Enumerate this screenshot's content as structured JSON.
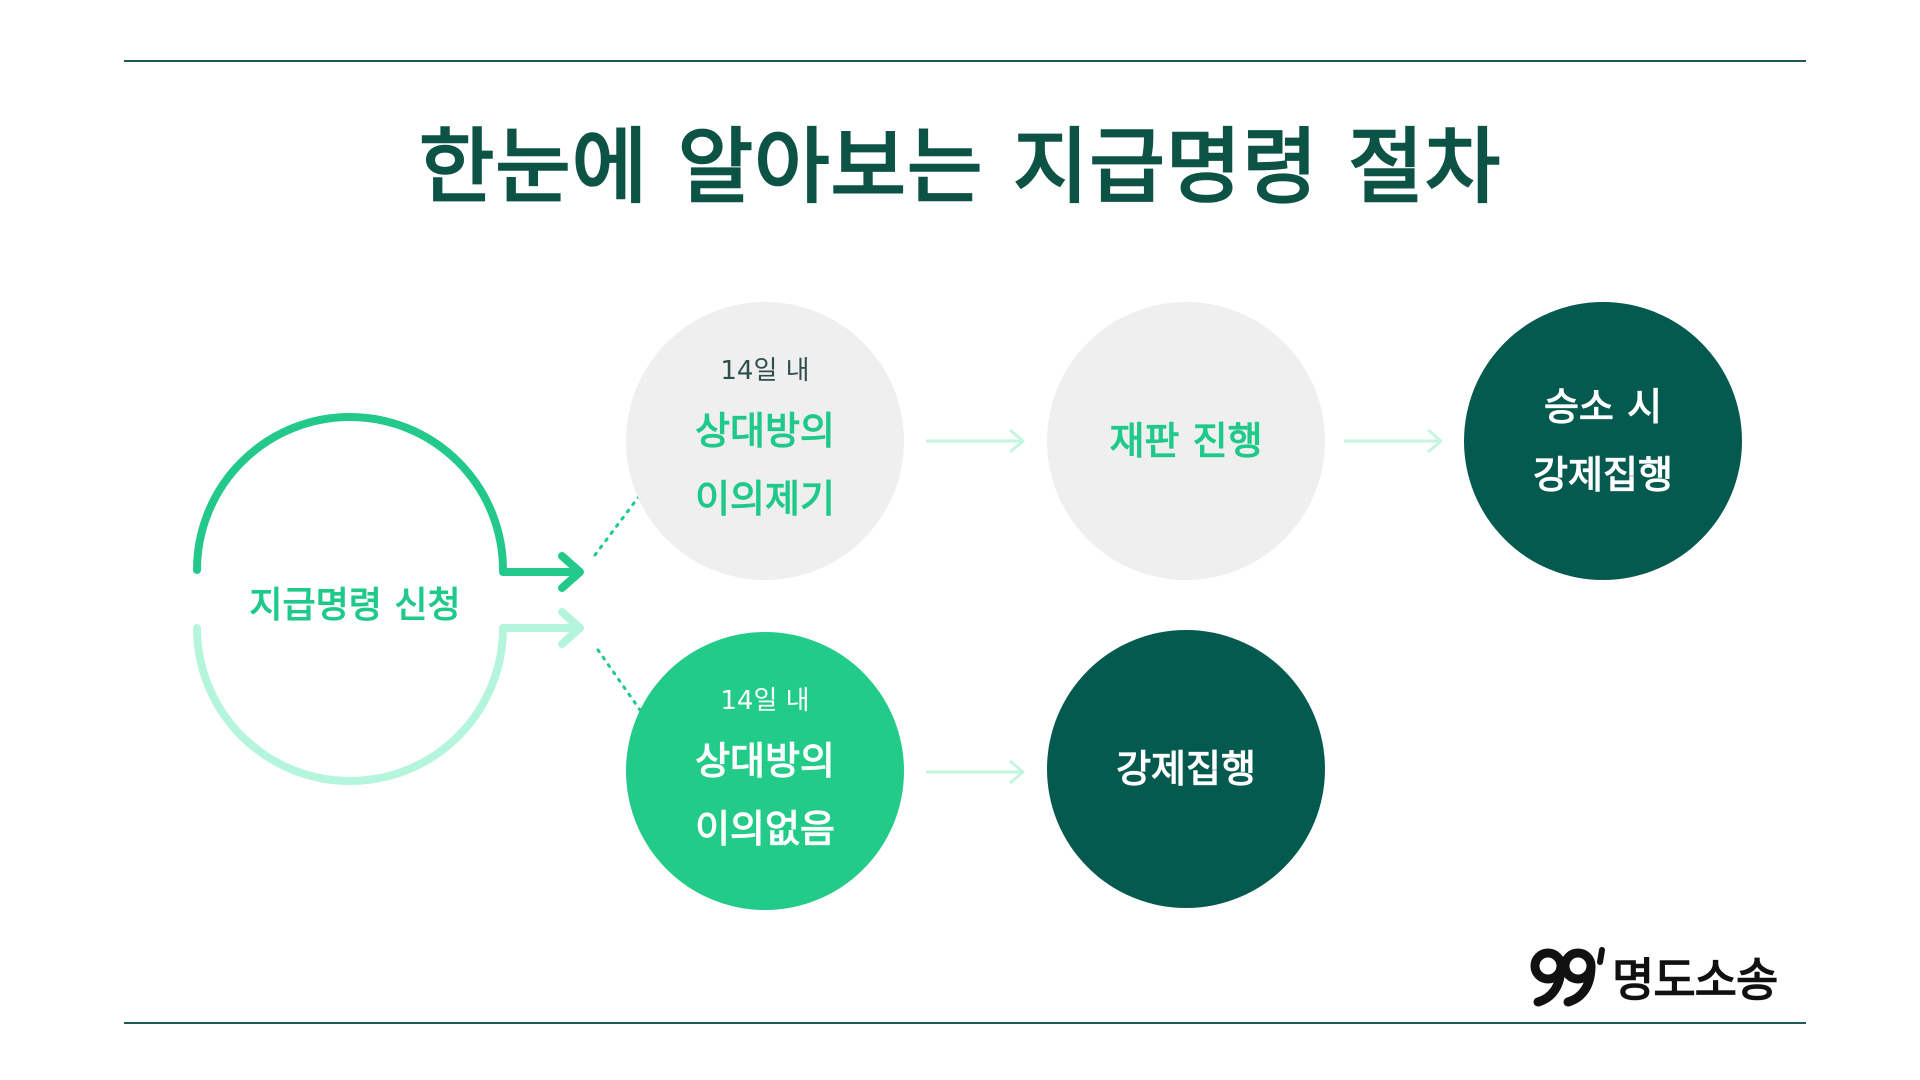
{
  "title": "한눈에 알아보는 지급명령 절차",
  "start": {
    "label": "지급명령 신청"
  },
  "nodes": {
    "objection": {
      "sub": "14일 내",
      "line1": "상대방의",
      "line2": "이의제기"
    },
    "trial": {
      "line1": "재판 진행"
    },
    "win": {
      "line1": "승소 시",
      "line2": "강제집행"
    },
    "no_objection": {
      "sub": "14일 내",
      "line1": "상대방의",
      "line2": "이의없음"
    },
    "enforce": {
      "line1": "강제집행"
    }
  },
  "logo": {
    "text": "명도소송"
  },
  "colors": {
    "title": "#0c5345",
    "accent_green": "#1fc98a",
    "mint_arrow": "#b4f5db",
    "light_node": "#efefef",
    "dark_node": "#055a50",
    "rule": "#1e5a57"
  }
}
